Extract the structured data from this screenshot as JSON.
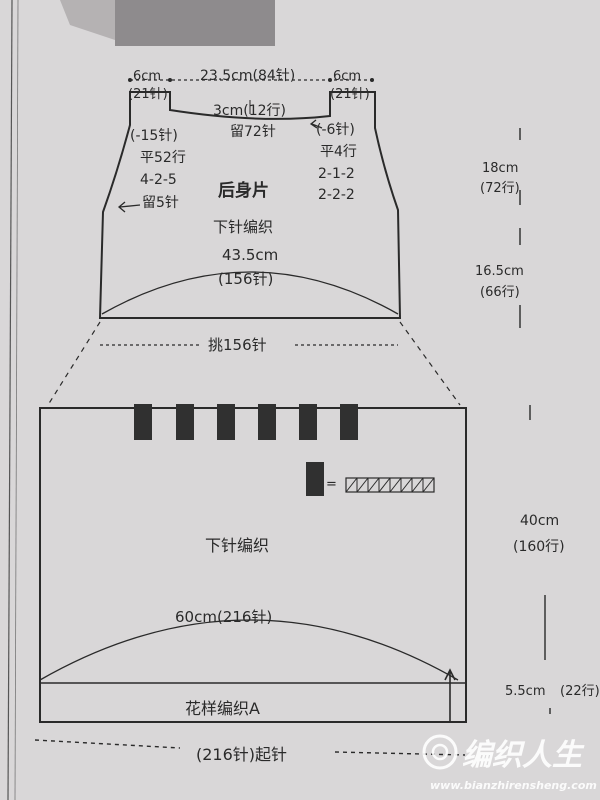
{
  "back_panel": {
    "shoulder_left": "6cm",
    "shoulder_left_sts": "(21针)",
    "neck_width": "23.5cm(84针)",
    "shoulder_right": "6cm",
    "shoulder_right_sts": "(21针)",
    "neck_depth": "3cm(12行)",
    "neck_hold": "留72针",
    "armhole_dec_left": "(-15针)",
    "armhole_left_rows": "平52行",
    "armhole_left_seq": "4-2-5",
    "armhole_left_hold": "留5针",
    "neck_dec_right": "(-6针)",
    "neck_right_rows": "平4行",
    "neck_right_seq1": "2-1-2",
    "neck_right_seq2": "2-2-2",
    "title": "后身片",
    "stitch": "下针编织",
    "width": "43.5cm",
    "width_sts": "(156针)"
  },
  "right_measures": {
    "armhole_cm": "18cm",
    "armhole_rows": "(72行)",
    "body_cm": "16.5cm",
    "body_rows": "(66行)",
    "skirt_cm": "40cm",
    "skirt_rows": "(160行)",
    "border_cm": "5.5cm",
    "border_rows": "(22行)"
  },
  "pickup": "挑156针",
  "skirt": {
    "stitch": "下针编织",
    "width": "60cm(216针)",
    "border_label": "花样编织A",
    "cast_on": "(216针)起针",
    "legend_equals": "="
  },
  "watermark": {
    "brand": "编织人生",
    "url": "www.bianzhirensheng.com"
  },
  "colors": {
    "paper": "#d9d7d8",
    "ink": "#2a2a2a",
    "block": "#303030"
  }
}
